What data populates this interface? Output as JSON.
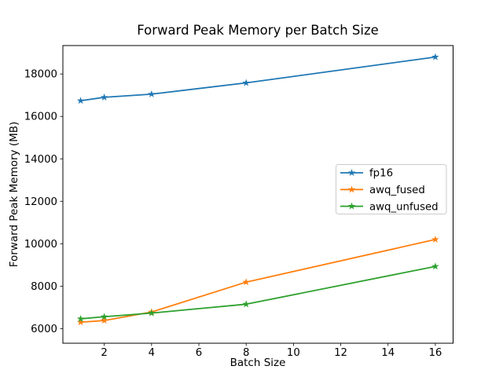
{
  "chart_data": {
    "type": "line",
    "title": "Forward Peak Memory per Batch Size",
    "xlabel": "Batch Size",
    "ylabel": "Forward Peak Memory (MB)",
    "x": [
      1,
      2,
      4,
      8,
      16
    ],
    "series": [
      {
        "name": "fp16",
        "color": "#1f77b4",
        "values": [
          16740,
          16900,
          17050,
          17580,
          18800
        ]
      },
      {
        "name": "awq_fused",
        "color": "#ff7f0e",
        "values": [
          6300,
          6380,
          6780,
          8190,
          10200
        ]
      },
      {
        "name": "awq_unfused",
        "color": "#2ca02c",
        "values": [
          6460,
          6560,
          6730,
          7150,
          8930
        ]
      }
    ],
    "marker": "star",
    "x_ticks": [
      2,
      4,
      6,
      8,
      10,
      12,
      14,
      16
    ],
    "y_ticks": [
      6000,
      8000,
      10000,
      12000,
      14000,
      16000,
      18000
    ],
    "xlim": [
      0.25,
      16.75
    ],
    "ylim": [
      5310,
      19340
    ],
    "grid": false,
    "background": "#ffffff",
    "legend": {
      "position": "center-right",
      "border_color": "#cccccc",
      "entries": [
        "fp16",
        "awq_fused",
        "awq_unfused"
      ]
    }
  }
}
